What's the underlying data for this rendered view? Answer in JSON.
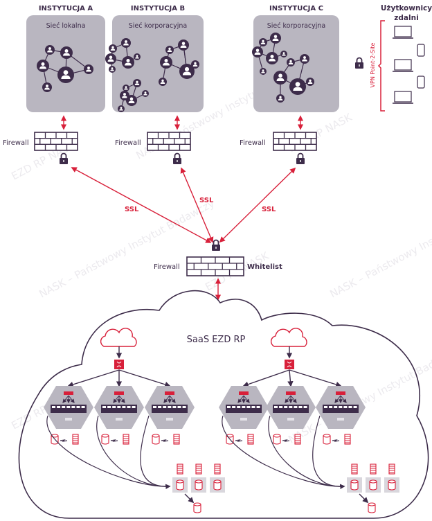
{
  "institutions": [
    {
      "title": "INSTYTUCJA A",
      "network": "Sieć lokalna",
      "firewall": "Firewall"
    },
    {
      "title": "INSTYTUCJA B",
      "network": "Sieć korporacyjna",
      "firewall": "Firewall"
    },
    {
      "title": "INSTYTUCJA C",
      "network": "Sieć korporacyjna",
      "firewall": "Firewall"
    }
  ],
  "ssl_labels": [
    "SSL",
    "SSL",
    "SSL"
  ],
  "central": {
    "firewall": "Firewall",
    "whitelist": "Whitelist"
  },
  "remote_users": {
    "line1": "Użytkownicy",
    "line2": "zdalni",
    "vpn": "VPN Point-2-Site"
  },
  "cloud": {
    "title": "SaaS EZD RP"
  },
  "watermark": {
    "logo": "EZD RP NASK",
    "text": "NASK – Państwowy Instytut Badawczy"
  },
  "colors": {
    "purple": "#3d2c4a",
    "gray": "#b9b6c0",
    "red": "#d8203a"
  }
}
